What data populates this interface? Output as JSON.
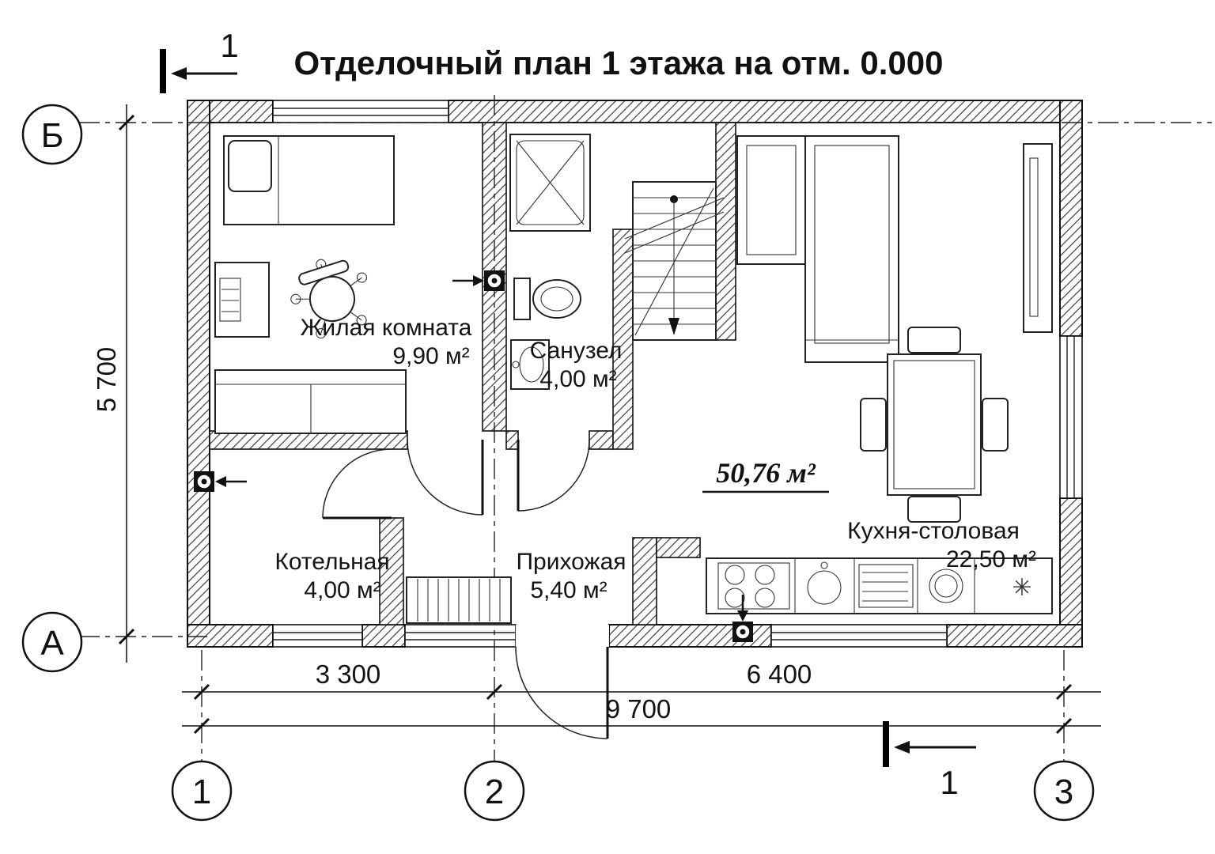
{
  "title": "Отделочный план 1 этажа на отм. 0.000",
  "rooms": {
    "living": {
      "name": "Жилая комната",
      "area": "9,90 м²"
    },
    "bath": {
      "name": "Санузел",
      "area": "4,00 м²"
    },
    "boiler": {
      "name": "Котельная",
      "area": "4,00 м²"
    },
    "hall": {
      "name": "Прихожая",
      "area": "5,40 м²"
    },
    "kitchen": {
      "name": "Кухня-столовая",
      "area": "22,50 м²"
    }
  },
  "total_area": "50,76 м²",
  "dimensions": {
    "vertical_left": "5 700",
    "bottom_segment_left": "3 300",
    "bottom_segment_right": "6 400",
    "bottom_overall": "9 700"
  },
  "axes": {
    "row_top": "Б",
    "row_bottom": "А",
    "col_left": "1",
    "col_mid": "2",
    "col_right": "3"
  },
  "section": {
    "top_label": "1",
    "bottom_label": "1"
  },
  "symbols": {
    "snowflake": "✳"
  }
}
